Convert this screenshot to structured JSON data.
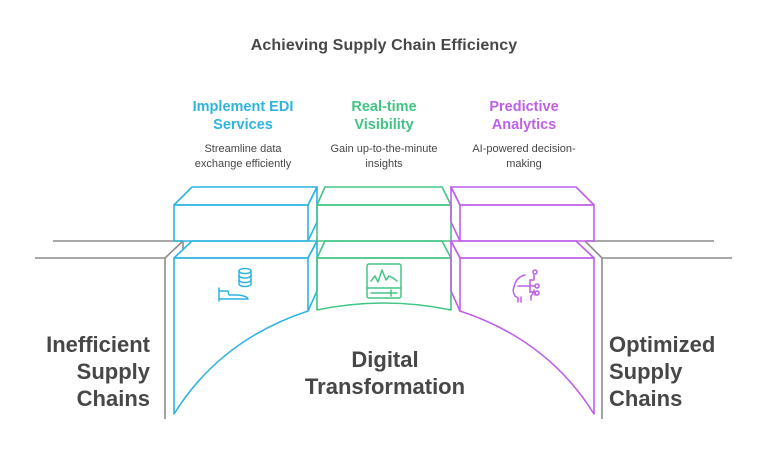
{
  "title": "Achieving Supply Chain Efficiency",
  "colors": {
    "text": "#474747",
    "ground": "#8c8c8c",
    "edi": "#2fb4e0",
    "visibility": "#42c584",
    "analytics": "#bf5fe8"
  },
  "pillars": [
    {
      "id": "edi",
      "title_line1": "Implement EDI",
      "title_line2": "Services",
      "desc_line1": "Streamline data",
      "desc_line2": "exchange efficiently",
      "icon": "hand-database-icon"
    },
    {
      "id": "visibility",
      "title_line1": "Real-time",
      "title_line2": "Visibility",
      "desc_line1": "Gain up-to-the-minute",
      "desc_line2": "insights",
      "icon": "monitor-pulse-icon"
    },
    {
      "id": "analytics",
      "title_line1": "Predictive",
      "title_line2": "Analytics",
      "desc_line1": "AI-powered decision-",
      "desc_line2": "making",
      "icon": "ai-head-circuit-icon"
    }
  ],
  "left_side": {
    "line1": "Inefficient",
    "line2": "Supply",
    "line3": "Chains"
  },
  "right_side": {
    "line1": "Optimized",
    "line2": "Supply",
    "line3": "Chains"
  },
  "center": {
    "line1": "Digital",
    "line2": "Transformation"
  }
}
